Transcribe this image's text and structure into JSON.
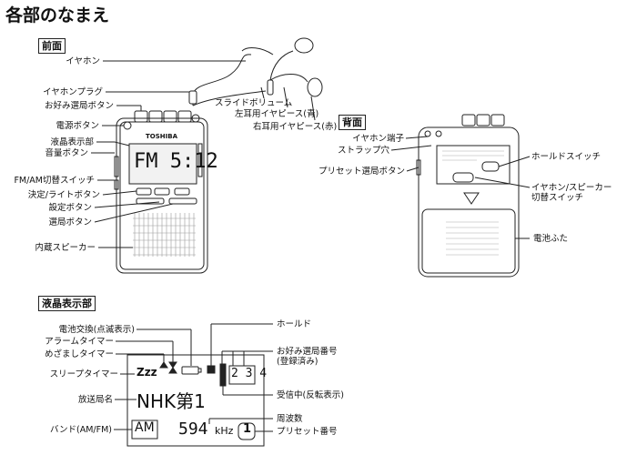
{
  "page_title": "各部のなまえ",
  "front": {
    "heading": "前面",
    "labels": {
      "earphone": "イヤホン",
      "earphone_plug": "イヤホンプラグ",
      "preset_buttons": "お好み選局ボタン",
      "power": "電源ボタン",
      "lcd": "液晶表示部",
      "volume": "音量ボタン",
      "fm_am": "FM/AM切替スイッチ",
      "enter_light": "決定/ライトボタン",
      "setting": "設定ボタン",
      "tuning": "選局ボタン",
      "speaker": "内蔵スピーカー",
      "slide_volume": "スライドボリューム",
      "left_ear": "左耳用イヤピース(青)",
      "right_ear": "右耳用イヤピース(赤)"
    },
    "device": {
      "brand": "TOSHIBA",
      "display": "FM 5:12"
    }
  },
  "back": {
    "heading": "背面",
    "labels": {
      "earphone_jack": "イヤホン端子",
      "strap_hole": "ストラップ穴",
      "preset_button": "プリセット選局ボタン",
      "hold_switch": "ホールドスイッチ",
      "earphone_speaker_1": "イヤホン/スピーカー",
      "earphone_speaker_2": "切替スイッチ",
      "battery_cover": "電池ふた"
    }
  },
  "lcd_section": {
    "heading": "液晶表示部",
    "labels": {
      "battery": "電池交換(点滅表示)",
      "alarm_timer": "アラームタイマー",
      "wake_timer": "めざましタイマー",
      "sleep_timer": "スリープタイマー",
      "station_name": "放送局名",
      "band": "バンド(AM/FM)",
      "hold": "ホールド",
      "preset_no_1": "お好み選局番号",
      "preset_no_2": "(登録済み)",
      "receiving": "受信中(反転表示)",
      "frequency": "周波数",
      "preset_number": "プリセット番号"
    },
    "display": {
      "zzz": "Zzz",
      "preset_digits": "2 3 4",
      "station": "NHK第1",
      "band": "AM",
      "frequency": "594",
      "unit": "kHz",
      "preset": "1"
    }
  }
}
